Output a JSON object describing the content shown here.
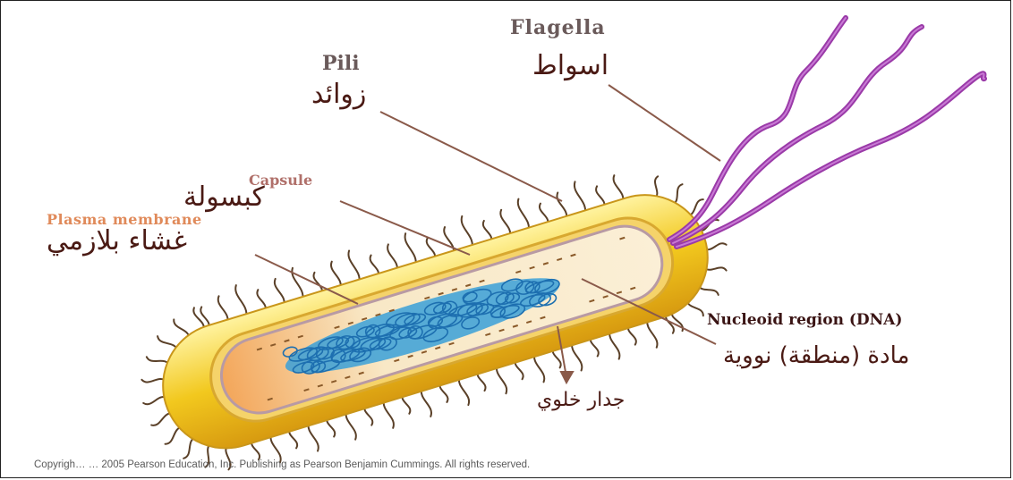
{
  "labels": {
    "flagella_en": "Flagella",
    "flagella_ar": "اسواط",
    "pili_en": "Pili",
    "pili_ar": "زوائد",
    "capsule_en": "Capsule",
    "capsule_ar": "كبسولة",
    "plasma_en": "Plasma membrane",
    "plasma_ar": "غشاء بلازمي",
    "nucleoid_en": "Nucleoid region (DNA)",
    "nucleoid_ar": "مادة (منطقة) نووية",
    "cell_wall_ar": "جدار خلوي"
  },
  "copyright": "Copyrigh… … 2005 Pearson Education, Inc. Publishing as Pearson Benjamin Cummings. All rights reserved.",
  "colors": {
    "capsule": "#f2c81e",
    "flagella": "#9a3aa8",
    "dna": "#3aa0d8",
    "cytoplasm": "#f6e6c4",
    "arrows": "#8a5a4a",
    "pili": "#5a4028"
  }
}
